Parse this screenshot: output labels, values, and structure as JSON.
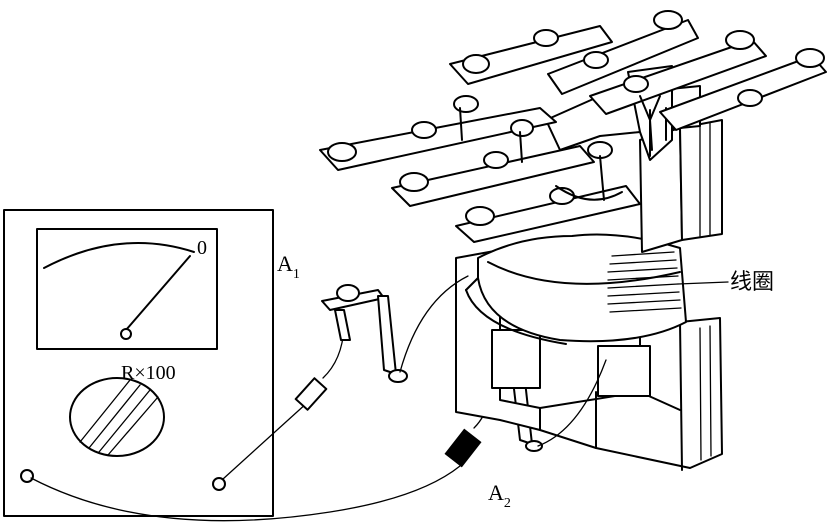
{
  "labels": {
    "a1": "A",
    "a1_sub": "1",
    "a2": "A",
    "a2_sub": "2",
    "coil": "线圈",
    "range": "R×100",
    "scale_zero": "0"
  },
  "colors": {
    "ink": "#000000",
    "paper": "#ffffff"
  }
}
